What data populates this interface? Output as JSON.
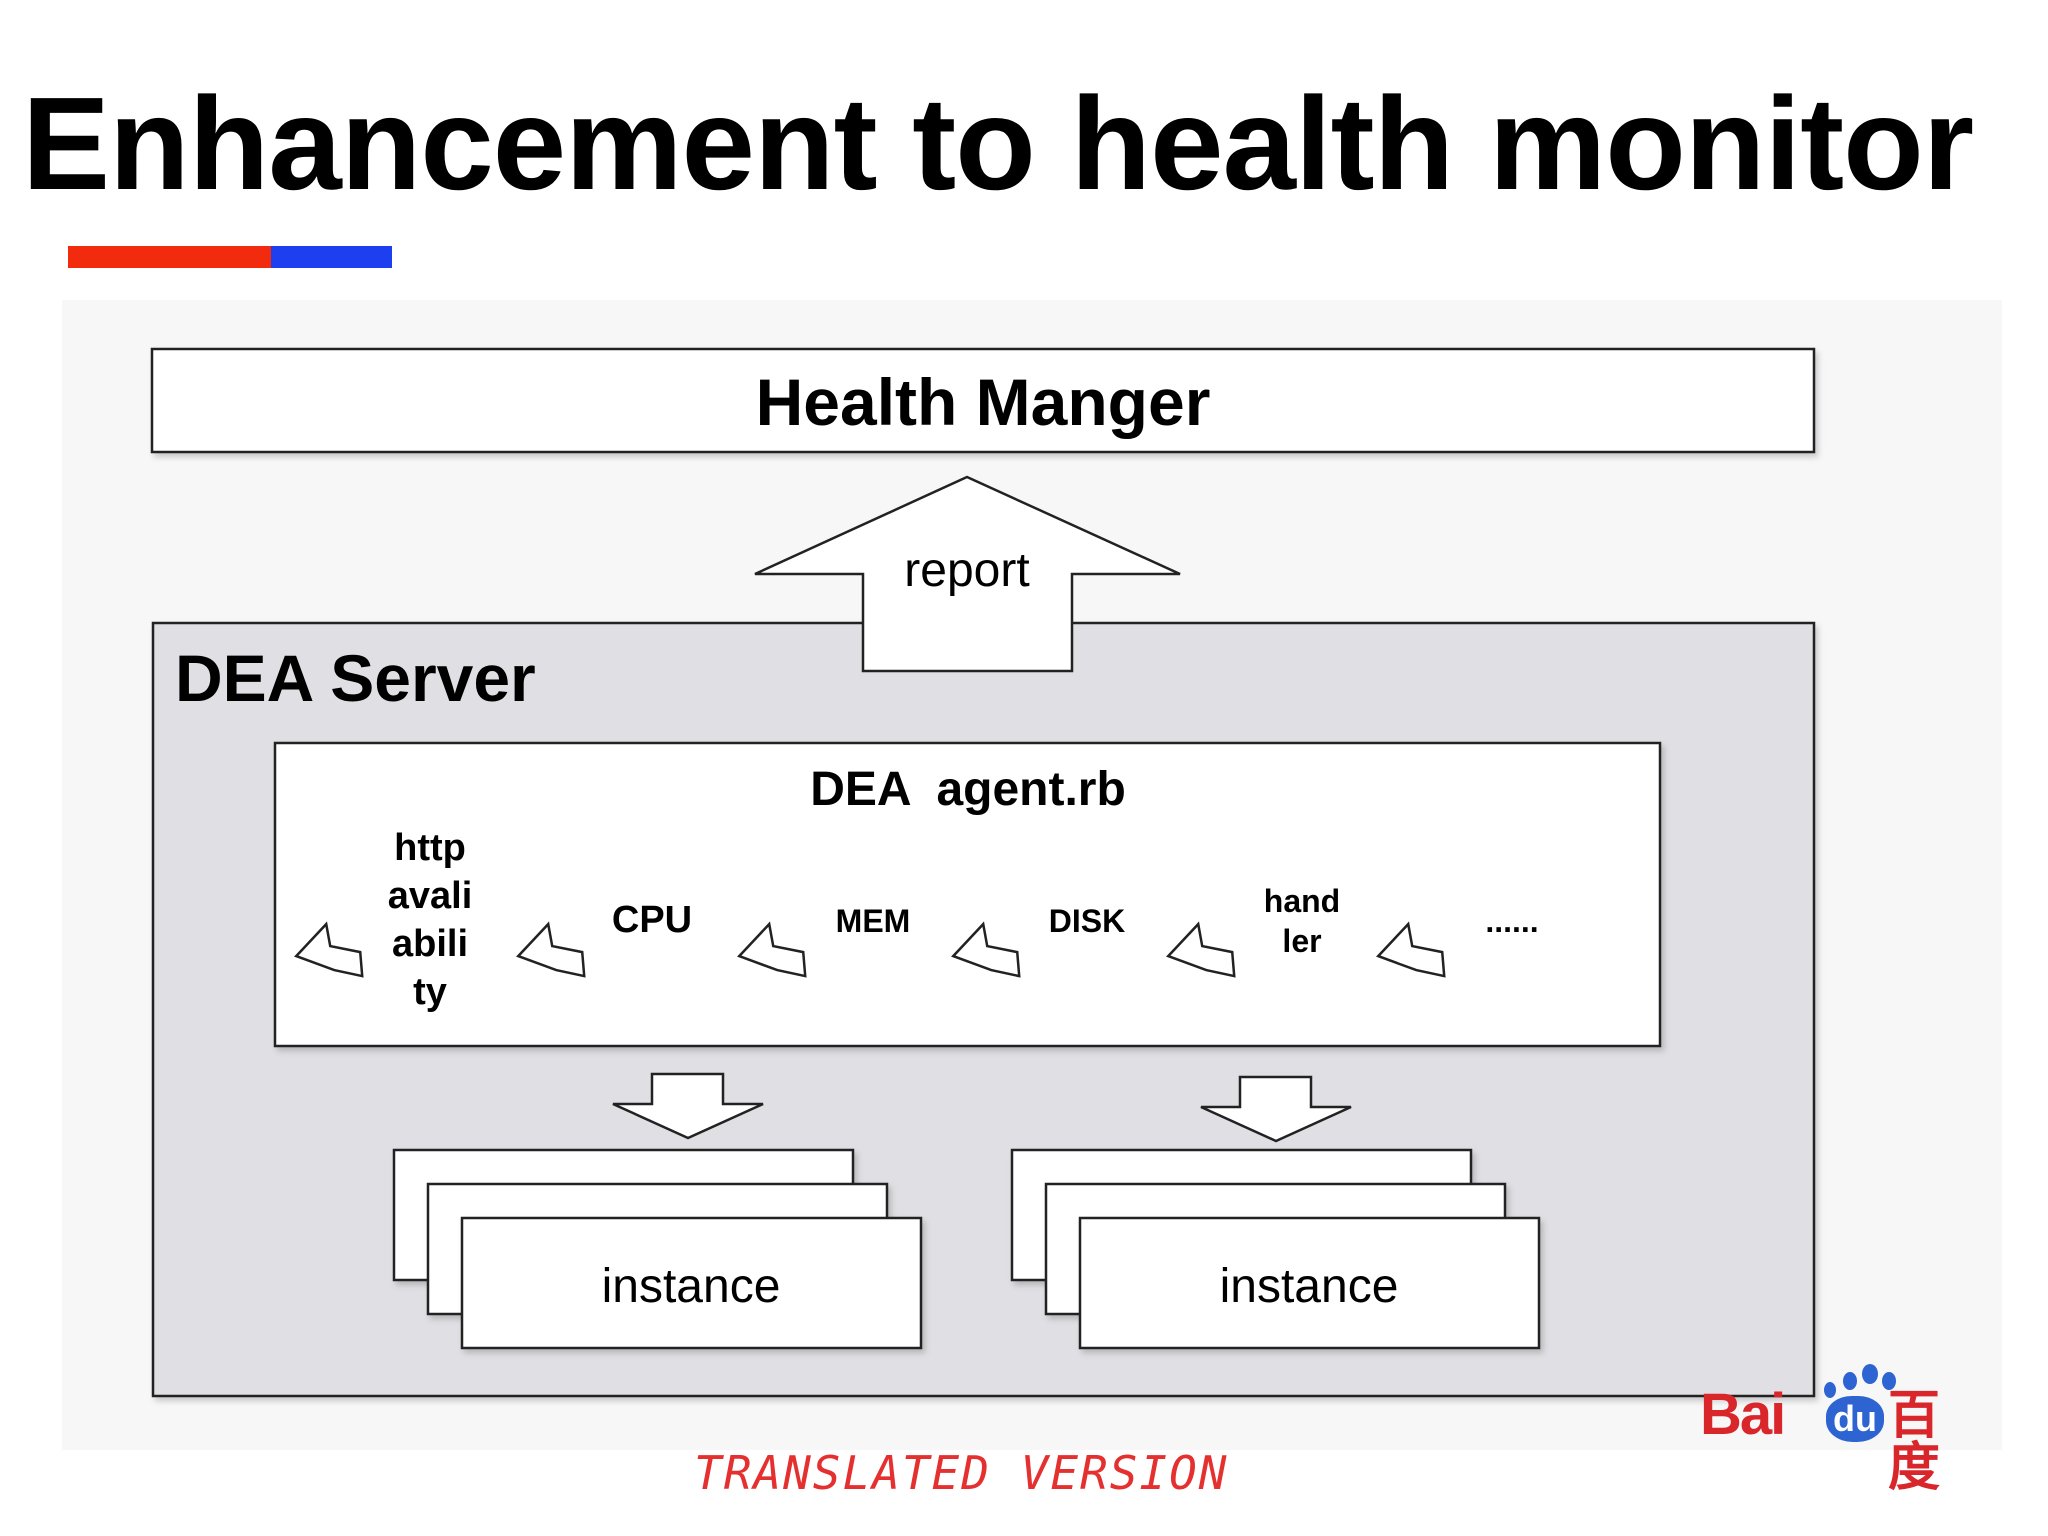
{
  "slide": {
    "title": "Enhancement to health monitor",
    "accent_colors": [
      "#f22b0f",
      "#1e3ff0"
    ]
  },
  "diagram": {
    "health_manager": "Health Manger",
    "report_arrow": "report",
    "dea_server": "DEA Server",
    "agent": "DEA  agent.rb",
    "monitors": [
      {
        "lines": [
          "http",
          "avali",
          "abili",
          "ty"
        ]
      },
      {
        "lines": [
          "CPU"
        ]
      },
      {
        "lines": [
          "MEM"
        ]
      },
      {
        "lines": [
          "DISK"
        ]
      },
      {
        "lines": [
          "hand",
          "ler"
        ]
      },
      {
        "lines": [
          "......"
        ]
      }
    ],
    "instance_groups": [
      {
        "label": "instance"
      },
      {
        "label": "instance"
      }
    ],
    "colors": {
      "server_fill": "#e0dfe3",
      "line": "#222222"
    }
  },
  "watermark": "TRANSLATED VERSION",
  "logo": {
    "latin": "Bai",
    "badge": "du",
    "cjk": "百度",
    "colors": {
      "red": "#d8262b",
      "blue": "#2d64d1"
    }
  }
}
